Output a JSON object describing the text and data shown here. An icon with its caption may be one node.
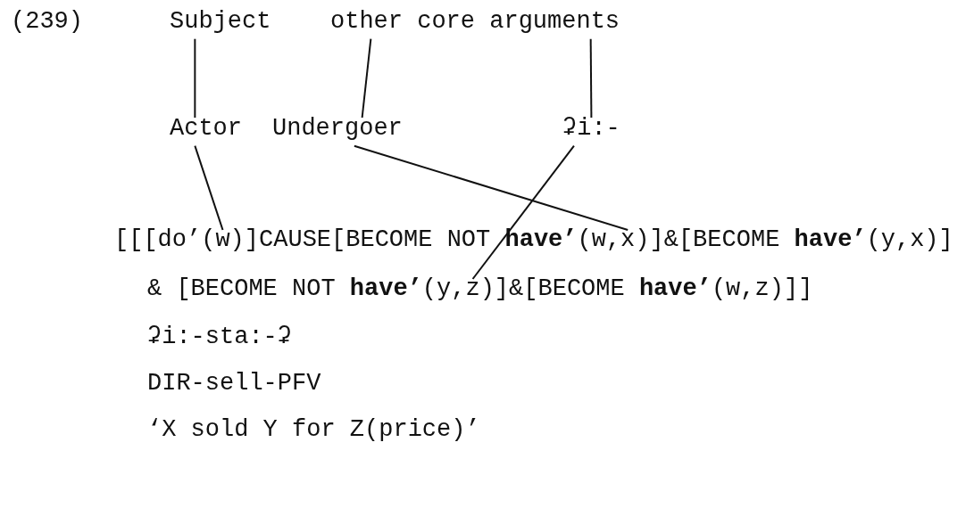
{
  "diagram": {
    "nodes": [
      {
        "text": [
          "Subject"
        ]
      },
      {
        "text": [
          "other core arguments"
        ]
      },
      {
        "text": [
          "Actor"
        ]
      },
      {
        "text": [
          "Undergoer"
        ]
      },
      {
        "text": [
          "ʡi:-"
        ]
      },
      {
        "text": [
          "[[[do’(w)]CAUSE[BECOME NOT **have’**(w,x)]&[BECOME **have’**(y,x)]"
        ]
      },
      {
        "text": [
          "& [BECOME NOT **have’**(y,z)]&[BECOME **have’**(w,z)]]"
        ]
      }
    ],
    "edges": [
      {
        "from": 0,
        "to": 2,
        "arrow": "none"
      },
      {
        "from": 1,
        "to": 3,
        "arrow": "none"
      },
      {
        "from": 1,
        "to": 4,
        "arrow": "none"
      },
      {
        "from": 2,
        "to": 5,
        "arrow": "none"
      },
      {
        "from": 3,
        "to": 5,
        "arrow": "none"
      },
      {
        "from": 4,
        "to": 6,
        "arrow": "none"
      }
    ],
    "labels": [
      "(239)",
      "ʡi:-sta:-ʡ",
      "DIR-sell-PFV",
      "‘X sold Y for Z(price)’"
    ]
  }
}
